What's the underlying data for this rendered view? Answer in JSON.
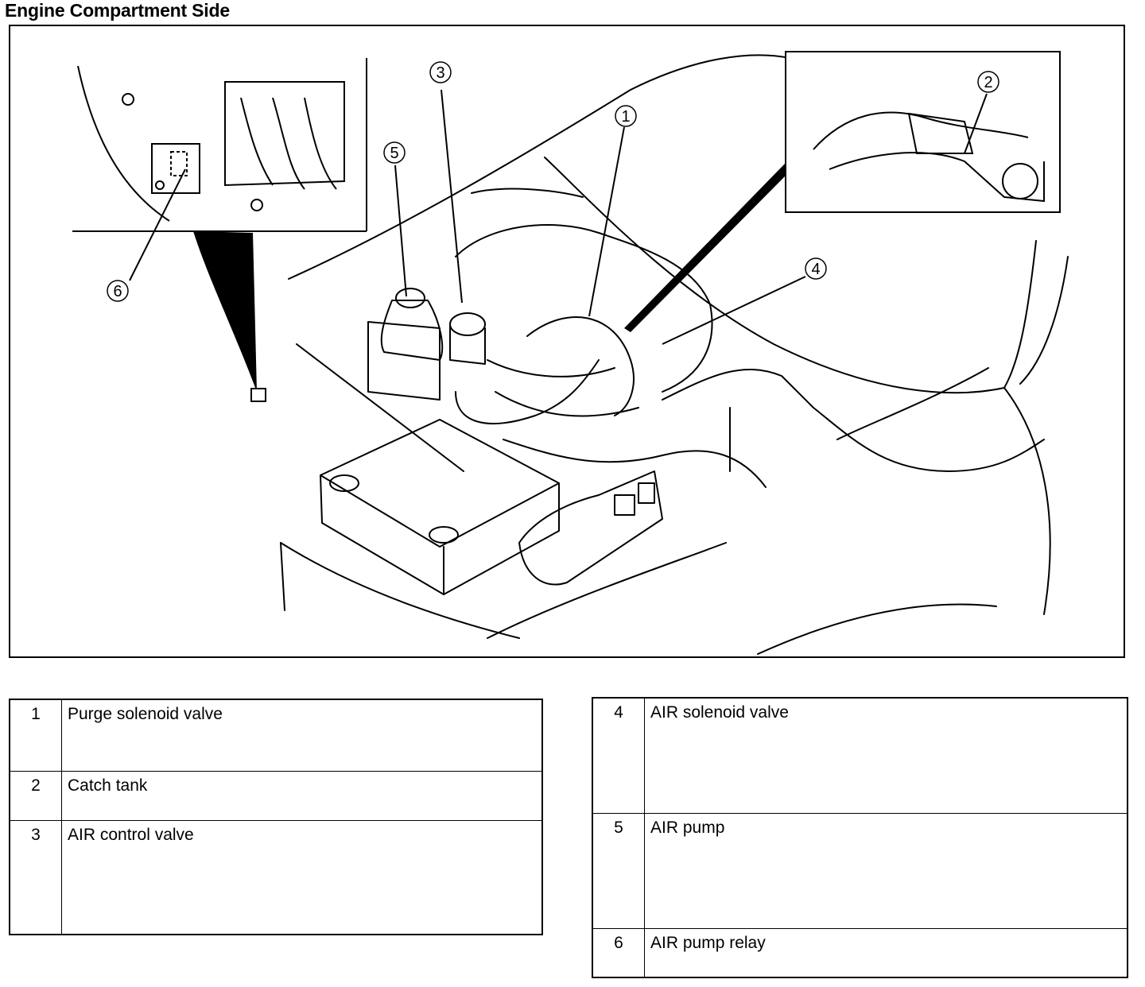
{
  "title": "Engine Compartment Side",
  "callouts": [
    "1",
    "2",
    "3",
    "4",
    "5",
    "6"
  ],
  "legend_left": [
    {
      "num": "1",
      "label": "Purge solenoid valve"
    },
    {
      "num": "2",
      "label": "Catch tank"
    },
    {
      "num": "3",
      "label": "AIR control valve"
    }
  ],
  "legend_right": [
    {
      "num": "4",
      "label": "AIR solenoid valve"
    },
    {
      "num": "5",
      "label": "AIR pump"
    },
    {
      "num": "6",
      "label": "AIR pump relay"
    }
  ]
}
